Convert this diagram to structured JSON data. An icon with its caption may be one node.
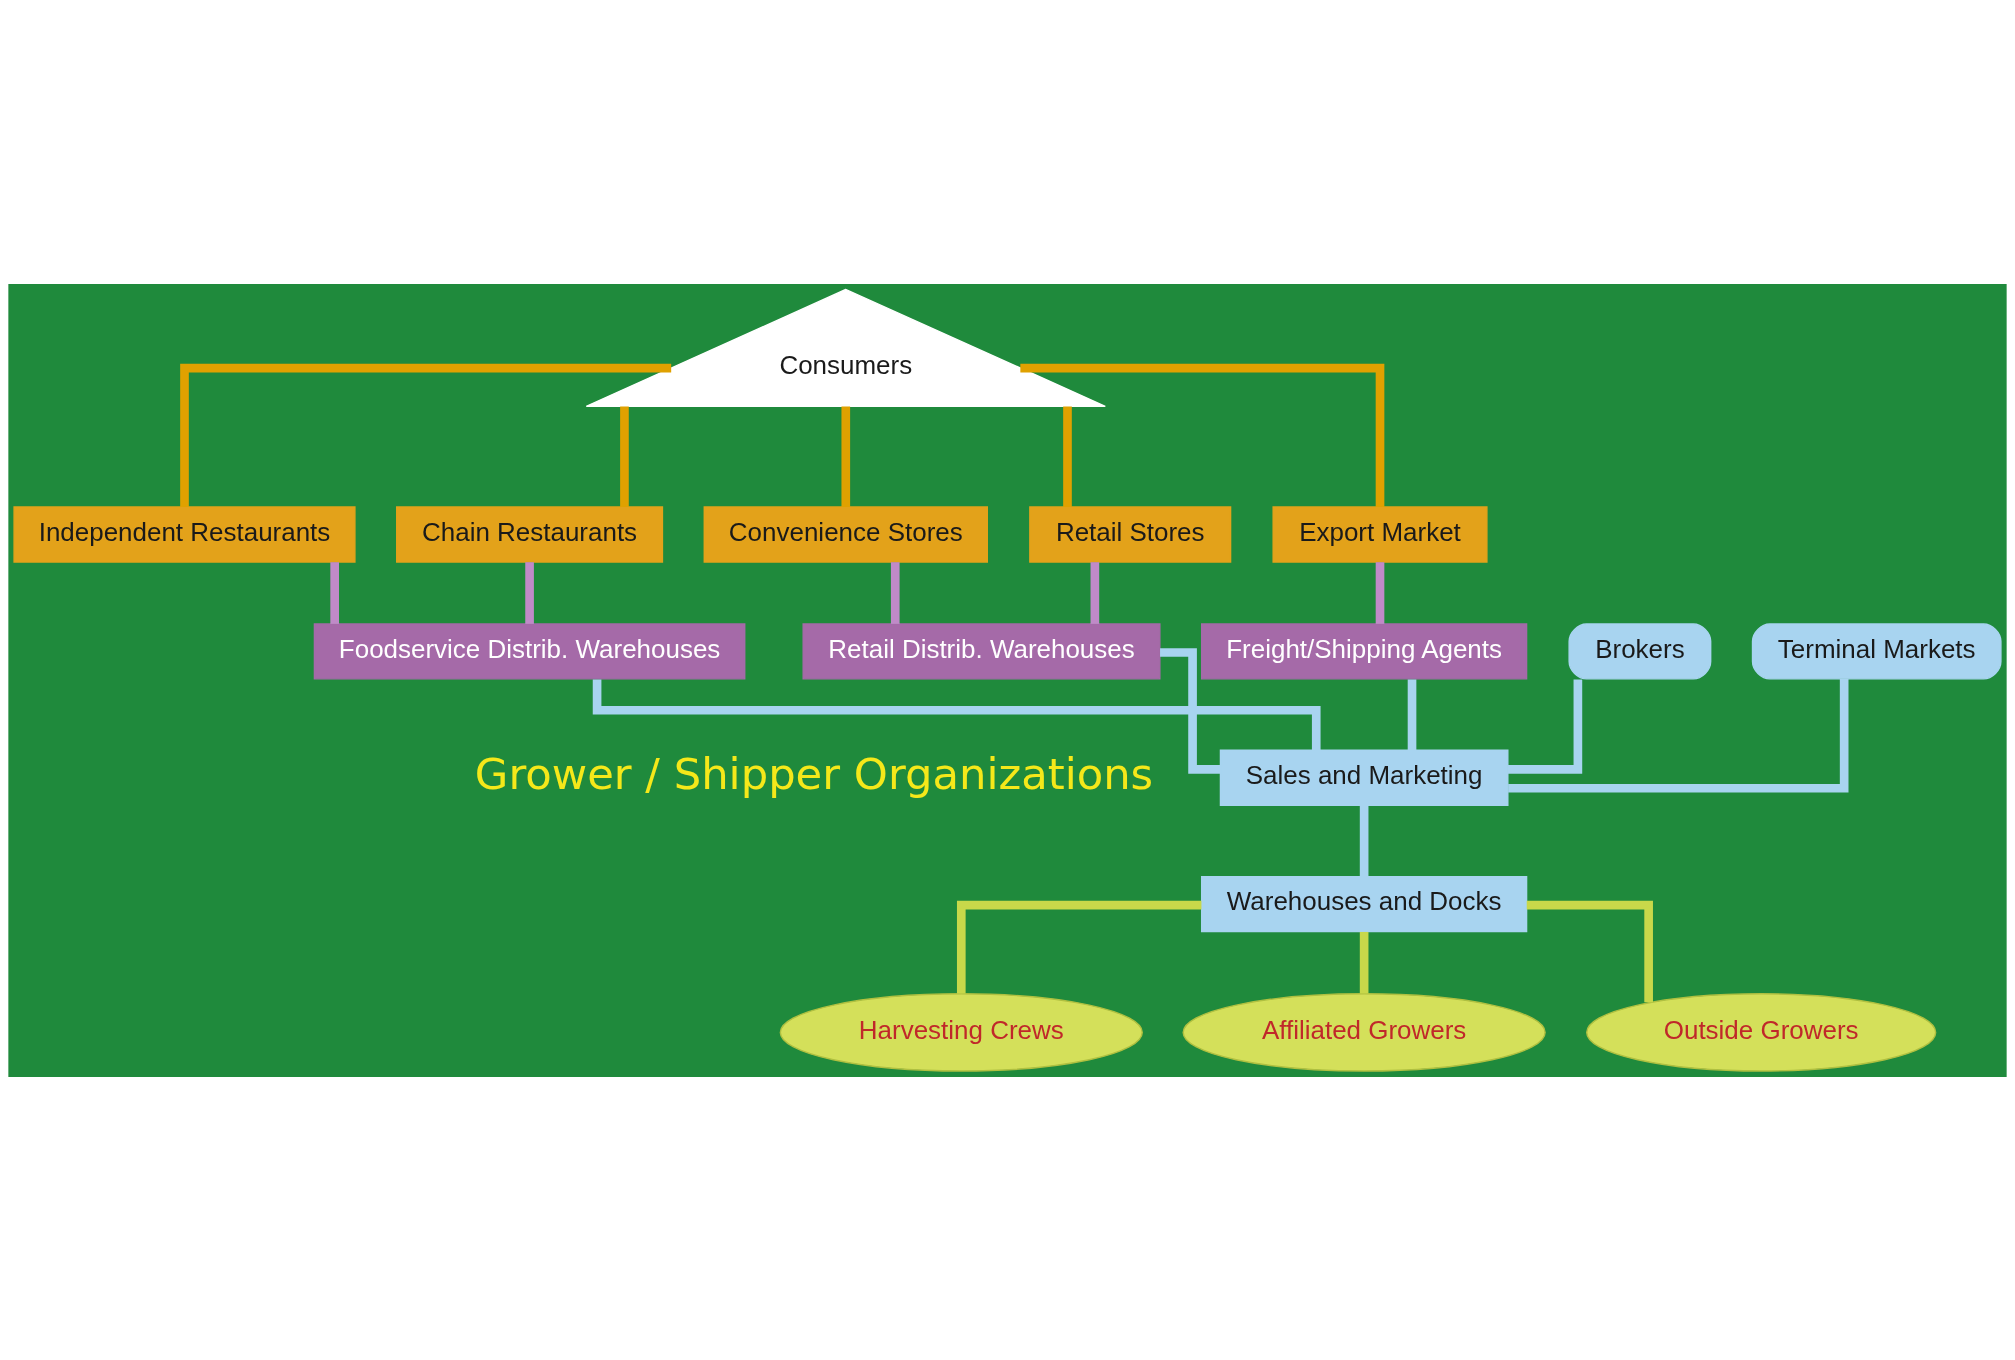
{
  "diagram": {
    "nodes": [
      {
        "text": [
          "Consumers"
        ]
      },
      {
        "text": [
          "Independent Restaurants"
        ]
      },
      {
        "text": [
          "Chain Restaurants"
        ]
      },
      {
        "text": [
          "Convenience Stores"
        ]
      },
      {
        "text": [
          "Retail Stores"
        ]
      },
      {
        "text": [
          "Export Market"
        ]
      },
      {
        "text": [
          "Foodservice Distrib. Warehouses"
        ]
      },
      {
        "text": [
          "Retail Distrib. Warehouses"
        ]
      },
      {
        "text": [
          "Freight/Shipping Agents"
        ]
      },
      {
        "text": [
          "Brokers"
        ]
      },
      {
        "text": [
          "Terminal Markets"
        ]
      },
      {
        "text": [
          "Sales and Marketing"
        ]
      },
      {
        "text": [
          "Warehouses and Docks"
        ]
      },
      {
        "text": [
          "Harvesting Crews"
        ]
      },
      {
        "text": [
          "Affiliated Growers"
        ]
      },
      {
        "text": [
          "Outside Growers"
        ]
      }
    ],
    "edges": [
      {
        "from": 0,
        "to": 1,
        "arrow": "none",
        "color": "#e0a100"
      },
      {
        "from": 0,
        "to": 2,
        "arrow": "none",
        "color": "#e0a100"
      },
      {
        "from": 0,
        "to": 3,
        "arrow": "none",
        "color": "#e0a100"
      },
      {
        "from": 0,
        "to": 4,
        "arrow": "none",
        "color": "#e0a100"
      },
      {
        "from": 0,
        "to": 5,
        "arrow": "none",
        "color": "#e0a100"
      },
      {
        "from": 1,
        "to": 6,
        "arrow": "none",
        "color": "#c08ac8"
      },
      {
        "from": 2,
        "to": 6,
        "arrow": "none",
        "color": "#c08ac8"
      },
      {
        "from": 3,
        "to": 7,
        "arrow": "none",
        "color": "#c08ac8"
      },
      {
        "from": 4,
        "to": 7,
        "arrow": "none",
        "color": "#c08ac8"
      },
      {
        "from": 5,
        "to": 8,
        "arrow": "none",
        "color": "#c08ac8"
      },
      {
        "from": 6,
        "to": 11,
        "arrow": "none"
      },
      {
        "from": 7,
        "to": 11,
        "arrow": "none"
      },
      {
        "from": 8,
        "to": 11,
        "arrow": "none"
      },
      {
        "from": 9,
        "to": 11,
        "arrow": "none"
      },
      {
        "from": 10,
        "to": 11,
        "arrow": "none"
      },
      {
        "from": 11,
        "to": 12,
        "arrow": "none"
      },
      {
        "from": 12,
        "to": 13,
        "arrow": "none",
        "color": "#c8d84a"
      },
      {
        "from": 12,
        "to": 14,
        "arrow": "none",
        "color": "#c8d84a"
      },
      {
        "from": 12,
        "to": 15,
        "arrow": "none",
        "color": "#c8d84a"
      }
    ],
    "labels": [
      "Grower / Shipper Organizations"
    ]
  }
}
